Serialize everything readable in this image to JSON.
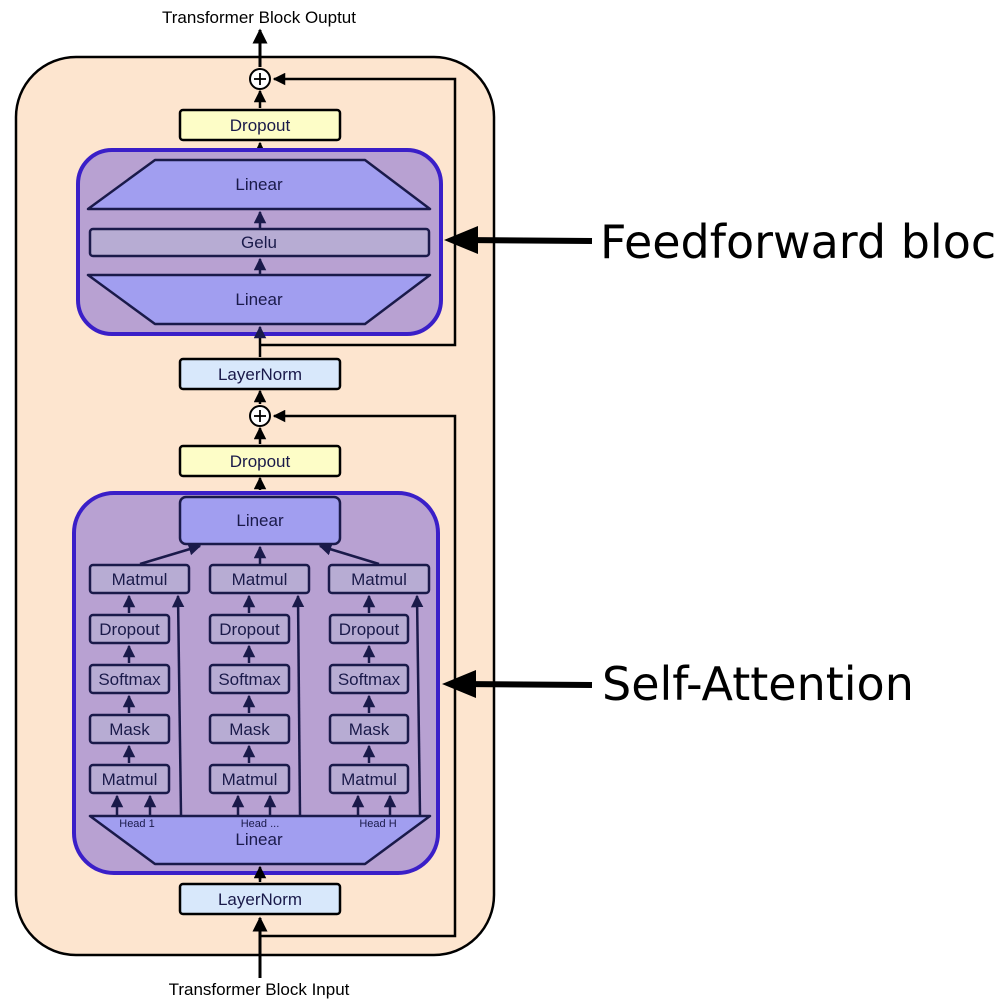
{
  "io": {
    "output_label": "Transformer Block Ouptut",
    "input_label": "Transformer Block Input"
  },
  "feedforward": {
    "annotation": "Feedforward block",
    "dropout_label": "Dropout",
    "linear_top_label": "Linear",
    "gelu_label": "Gelu",
    "linear_bottom_label": "Linear",
    "layernorm_label": "LayerNorm"
  },
  "attention": {
    "annotation": "Self-Attention",
    "dropout_label": "Dropout",
    "linear_out_label": "Linear",
    "layernorm_label": "LayerNorm",
    "linear_in_label": "Linear",
    "heads": [
      {
        "name": "Head 1",
        "matmul_top": "Matmul",
        "dropout": "Dropout",
        "softmax": "Softmax",
        "mask": "Mask",
        "matmul_bottom": "Matmul"
      },
      {
        "name": "Head ...",
        "matmul_top": "Matmul",
        "dropout": "Dropout",
        "softmax": "Softmax",
        "mask": "Mask",
        "matmul_bottom": "Matmul"
      },
      {
        "name": "Head H",
        "matmul_top": "Matmul",
        "dropout": "Dropout",
        "softmax": "Softmax",
        "mask": "Mask",
        "matmul_bottom": "Matmul"
      }
    ]
  },
  "add_symbol": "+",
  "colors": {
    "block_bg": "#fde5cf",
    "group_fill": "#b8a1d2",
    "group_stroke": "#3a1fc8",
    "linear_fill": "#a19ef0",
    "op_fill": "#b7acd3",
    "dropout_fill": "#fdfdc7",
    "layernorm_fill": "#d8e8fb"
  }
}
